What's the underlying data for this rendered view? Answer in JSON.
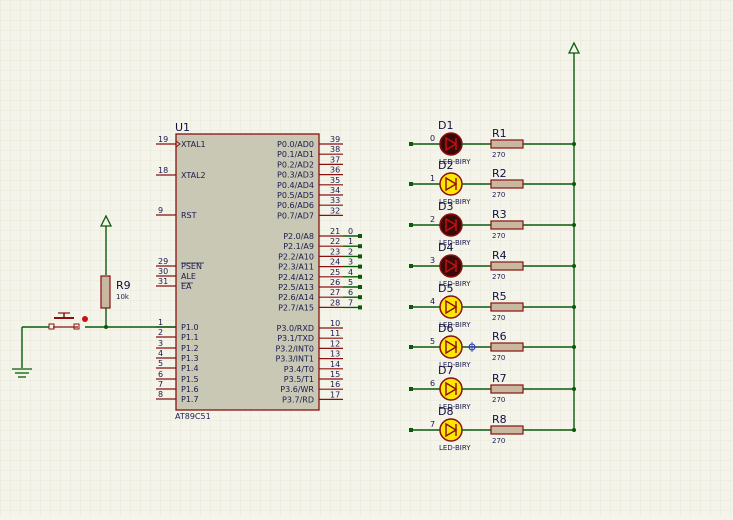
{
  "mcu": {
    "ref": "U1",
    "part": "AT89C51",
    "left_pins": [
      {
        "num": "19",
        "label": "XTAL1"
      },
      {
        "num": "18",
        "label": "XTAL2"
      },
      {
        "num": "9",
        "label": "RST"
      },
      {
        "num": "29",
        "label": "PSEN"
      },
      {
        "num": "30",
        "label": "ALE"
      },
      {
        "num": "31",
        "label": "EA"
      },
      {
        "num": "1",
        "label": "P1.0"
      },
      {
        "num": "2",
        "label": "P1.1"
      },
      {
        "num": "3",
        "label": "P1.2"
      },
      {
        "num": "4",
        "label": "P1.3"
      },
      {
        "num": "5",
        "label": "P1.4"
      },
      {
        "num": "6",
        "label": "P1.5"
      },
      {
        "num": "7",
        "label": "P1.6"
      },
      {
        "num": "8",
        "label": "P1.7"
      }
    ],
    "right_pins": [
      {
        "num": "39",
        "label": "P0.0/AD0"
      },
      {
        "num": "38",
        "label": "P0.1/AD1"
      },
      {
        "num": "37",
        "label": "P0.2/AD2"
      },
      {
        "num": "36",
        "label": "P0.3/AD3"
      },
      {
        "num": "35",
        "label": "P0.4/AD4"
      },
      {
        "num": "34",
        "label": "P0.5/AD5"
      },
      {
        "num": "33",
        "label": "P0.6/AD6"
      },
      {
        "num": "32",
        "label": "P0.7/AD7"
      },
      {
        "num": "21",
        "label": "P2.0/A8"
      },
      {
        "num": "22",
        "label": "P2.1/A9"
      },
      {
        "num": "23",
        "label": "P2.2/A10"
      },
      {
        "num": "24",
        "label": "P2.3/A11"
      },
      {
        "num": "25",
        "label": "P2.4/A12"
      },
      {
        "num": "26",
        "label": "P2.5/A13"
      },
      {
        "num": "27",
        "label": "P2.6/A14"
      },
      {
        "num": "28",
        "label": "P2.7/A15"
      },
      {
        "num": "10",
        "label": "P3.0/RXD"
      },
      {
        "num": "11",
        "label": "P3.1/TXD"
      },
      {
        "num": "12",
        "label": "P3.2/INT0"
      },
      {
        "num": "13",
        "label": "P3.3/INT1"
      },
      {
        "num": "14",
        "label": "P3.4/T0"
      },
      {
        "num": "15",
        "label": "P3.5/T1"
      },
      {
        "num": "16",
        "label": "P3.6/WR"
      },
      {
        "num": "17",
        "label": "P3.7/RD"
      }
    ],
    "port2_net_labels": [
      "0",
      "1",
      "2",
      "3",
      "4",
      "5",
      "6",
      "7"
    ]
  },
  "reset": {
    "ref": "R9",
    "value": "10k"
  },
  "leds": [
    {
      "ref": "D1",
      "net": "0",
      "model": "LED-BIRY",
      "lit": false,
      "res_ref": "R1",
      "res_val": "270"
    },
    {
      "ref": "D2",
      "net": "1",
      "model": "LED-BIRY",
      "lit": true,
      "res_ref": "R2",
      "res_val": "270"
    },
    {
      "ref": "D3",
      "net": "2",
      "model": "LED-BIRY",
      "lit": false,
      "res_ref": "R3",
      "res_val": "270"
    },
    {
      "ref": "D4",
      "net": "3",
      "model": "LED-BIRY",
      "lit": false,
      "res_ref": "R4",
      "res_val": "270"
    },
    {
      "ref": "D5",
      "net": "4",
      "model": "LED-BIRY",
      "lit": true,
      "res_ref": "R5",
      "res_val": "270"
    },
    {
      "ref": "D6",
      "net": "5",
      "model": "LED-BIRY",
      "lit": true,
      "res_ref": "R6",
      "res_val": "270"
    },
    {
      "ref": "D7",
      "net": "6",
      "model": "LED-BIRY",
      "lit": true,
      "res_ref": "R7",
      "res_val": "270"
    },
    {
      "ref": "D8",
      "net": "7",
      "model": "LED-BIRY",
      "lit": true,
      "res_ref": "R8",
      "res_val": "270"
    }
  ],
  "colors": {
    "background": "#f4f4ea",
    "grid": "#dcdccc",
    "wire": "#0a5a0a",
    "chip_body": "#c8c8b4",
    "chip_outline": "#8a1010",
    "led_on": "#ffe600",
    "led_off": "#3a0808"
  }
}
